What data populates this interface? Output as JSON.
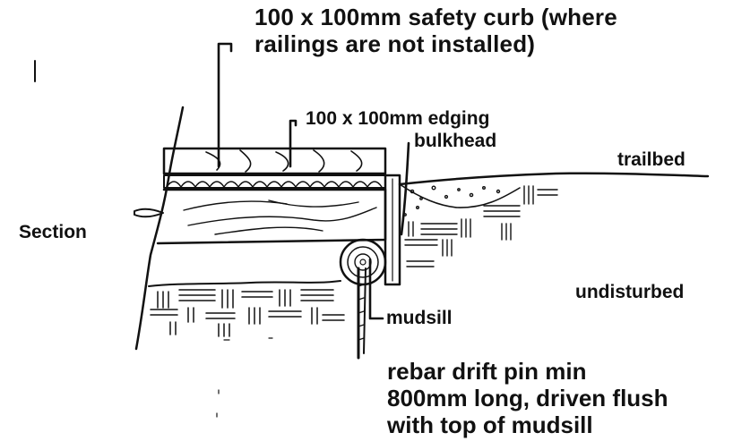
{
  "labels": {
    "curb_line1": "100 x 100mm safety curb (where",
    "curb_line2": "railings are not installed)",
    "edging": "100 x 100mm edging",
    "bulkhead": "bulkhead",
    "trailbed": "trailbed",
    "section": "Section",
    "undisturbed": "undisturbed",
    "mudsill": "mudsill",
    "rebar_line1": "rebar drift pin min",
    "rebar_line2": "800mm long, driven flush",
    "rebar_line3": "with top of mudsill"
  },
  "colors": {
    "ink": "#111111",
    "paper": "#ffffff"
  }
}
